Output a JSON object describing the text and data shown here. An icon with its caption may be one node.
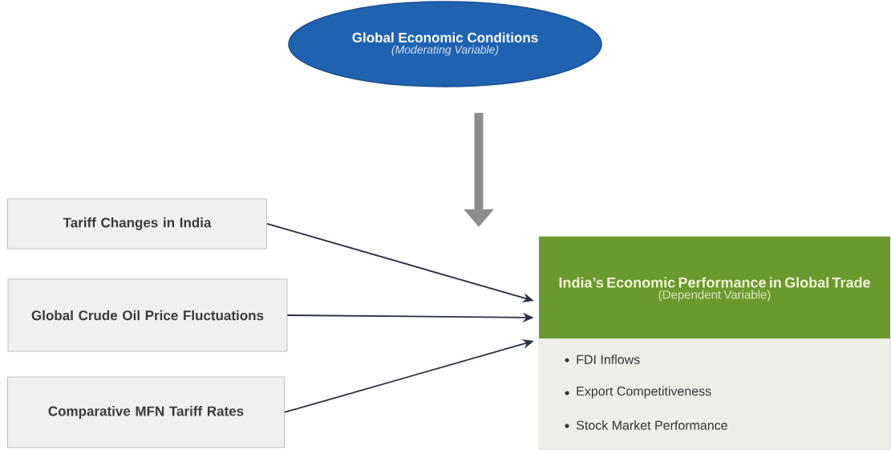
{
  "diagram": {
    "nodes": [
      {
        "text": [
          "Global Economic Conditions",
          "(Moderating Variable)"
        ]
      },
      {
        "text": [
          "Tariff Changes in India"
        ]
      },
      {
        "text": [
          "Global Crude Oil Price Fluctuations"
        ]
      },
      {
        "text": [
          "Comparative MFN Tariff Rates"
        ]
      },
      {
        "text": [
          "India’s Economic Performance in Global Trade",
          "(Dependent Variable)",
          "FDI Inflows",
          "Export Competitiveness",
          "Stock Market Performance"
        ]
      }
    ],
    "edges": [
      {
        "from": 0,
        "to": null,
        "arrow": "to",
        "style": "thick",
        "color": "#8c8c8c"
      },
      {
        "from": 1,
        "to": 4,
        "arrow": "to"
      },
      {
        "from": 2,
        "to": 4,
        "arrow": "to"
      },
      {
        "from": 3,
        "to": 4,
        "arrow": "to"
      }
    ]
  }
}
